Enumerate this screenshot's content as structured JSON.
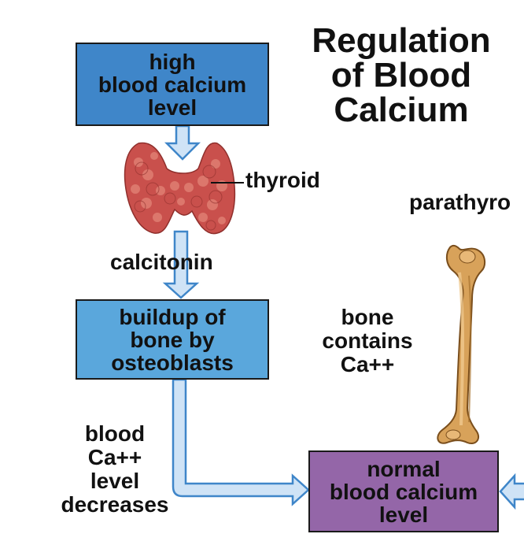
{
  "title": "Regulation\nof Blood\nCalcium",
  "boxes": {
    "high": "high\nblood calcium\nlevel",
    "buildup": "buildup of\nbone by\nosteoblasts",
    "normal": "normal\nblood calcium\nlevel"
  },
  "labels": {
    "thyroid": "thyroid",
    "parathyroid": "parathyro",
    "calcitonin": "calcitonin",
    "bone_contains": "bone\ncontains\nCa++",
    "level_decreases": "blood\nCa++\nlevel\ndecreases"
  },
  "colors": {
    "high_box": "#3f86c9",
    "buildup_box": "#5aa7dc",
    "normal_box": "#9466a8",
    "arrow_fill": "#cfe3f6",
    "arrow_stroke": "#3f86c9",
    "thyroid": "#c9504c",
    "bone": "#d8a25a"
  }
}
